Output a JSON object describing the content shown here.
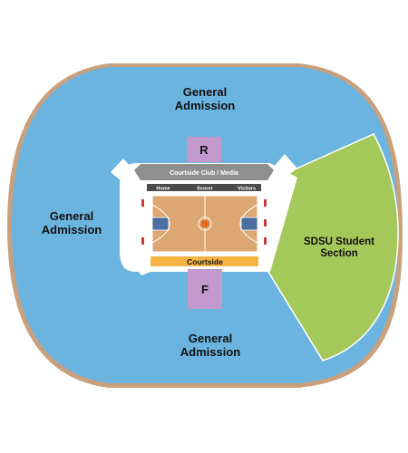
{
  "colors": {
    "general_admission": "#6cb4e0",
    "student_section": "#a5c85a",
    "rf_sections": "#c299cc",
    "courtside": "#f4b445",
    "club_bar": "#8f8f8f",
    "court_wood": "#dca772",
    "court_paint": "#4a6fa0",
    "rim": "#c8a07c"
  },
  "sections": {
    "ga_top": {
      "line1": "General",
      "line2": "Admission"
    },
    "ga_left": {
      "line1": "General",
      "line2": "Admission"
    },
    "ga_bottom": {
      "line1": "General",
      "line2": "Admission"
    },
    "student": {
      "line1": "SDSU Student",
      "line2": "Section"
    },
    "r": "R",
    "f": "F",
    "courtside_club": "Courtside Club / Media",
    "courtside": "Courtside"
  },
  "table_labels": {
    "home": "Home",
    "scorer": "Scorer",
    "visitors": "Visitors"
  }
}
